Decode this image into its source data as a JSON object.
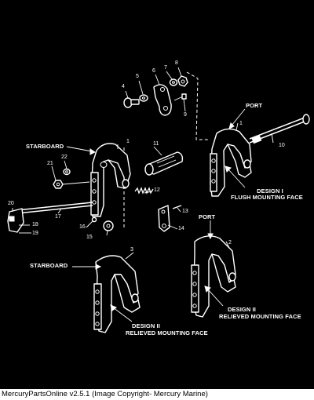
{
  "labels": {
    "starboard_top": "STARBOARD",
    "port_top": "PORT",
    "design1_a": "DESIGN I",
    "design1_b": "FLUSH MOUNTING FACE",
    "port_bottom": "PORT",
    "starboard_bottom": "STARBOARD",
    "design2_right_a": "DESIGN II",
    "design2_right_b": "RELIEVED MOUNTING FACE",
    "design2_left_a": "DESIGN II",
    "design2_left_b": "RELIEVED MOUNTING FACE"
  },
  "part_numbers": {
    "n1_port": "1",
    "n1_starboard": "1",
    "n2": "2",
    "n3": "3",
    "n4": "4",
    "n5": "5",
    "n6": "6",
    "n7": "7",
    "n8": "8",
    "n9": "9",
    "n10": "10",
    "n11": "11",
    "n12": "12",
    "n13": "13",
    "n14": "14",
    "n15": "15",
    "n16": "16",
    "n17": "17",
    "n18": "18",
    "n19": "19",
    "n20": "20",
    "n21": "21",
    "n22": "22"
  },
  "footer": {
    "text": "MercuryPartsOnline v2.5.1 (Image Copyright- Mercury Marine)"
  }
}
